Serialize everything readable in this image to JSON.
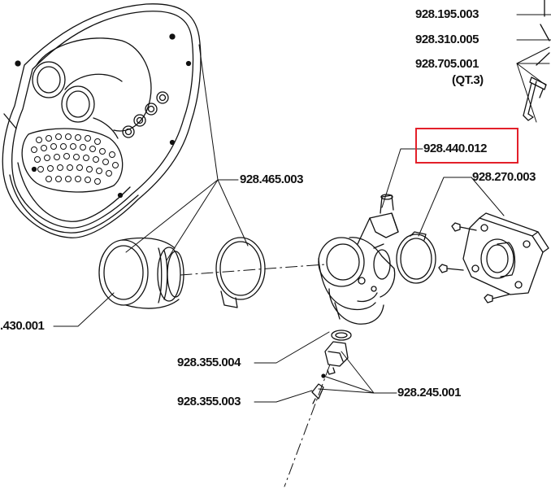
{
  "labels": {
    "p_195_003": "928.195.003",
    "p_310_005": "928.310.005",
    "p_705_001": "928.705.001",
    "p_705_qty": "(QT.3)",
    "p_440_012": "928.440.012",
    "p_270_003": "928.270.003",
    "p_465_003": "928.465.003",
    "p_430_001": ".430.001",
    "p_355_004": "928.355.004",
    "p_245_001": "928.245.001",
    "p_355_003": "928.355.003"
  },
  "highlight": {
    "part": "928.440.012",
    "color": "#e3202a"
  },
  "colors": {
    "ink": "#111111",
    "background": "#ffffff",
    "highlight": "#e3202a"
  }
}
